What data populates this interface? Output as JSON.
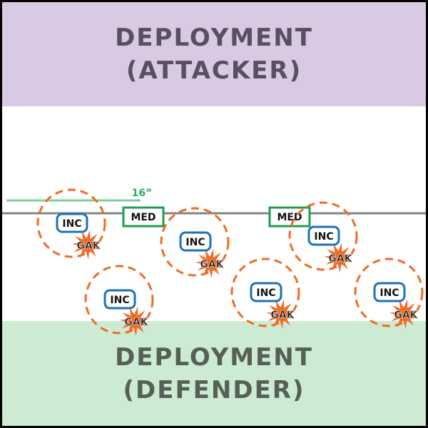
{
  "zones": {
    "attacker": {
      "line1": "DEPLOYMENT",
      "line2": "(ATTACKER)",
      "color": "#d9c9e3"
    },
    "defender": {
      "line1": "DEPLOYMENT",
      "line2": "(DEFENDER)",
      "color": "#cdebd3"
    }
  },
  "measure": {
    "label": "16”",
    "color": "#2eaa5c"
  },
  "objectives": [
    {
      "label": "MED"
    },
    {
      "label": "MED"
    }
  ],
  "units": [
    {
      "primary": "INC",
      "secondary": "GAK"
    },
    {
      "primary": "INC",
      "secondary": "GAK"
    },
    {
      "primary": "INC",
      "secondary": "GAK"
    },
    {
      "primary": "INC",
      "secondary": "GAK"
    },
    {
      "primary": "INC",
      "secondary": "GAK"
    },
    {
      "primary": "INC",
      "secondary": "GAK"
    }
  ],
  "colors": {
    "circle": "#f26a25",
    "inc_border": "#1a72b8",
    "med_border": "#1f9e4e",
    "centerline": "#858585"
  }
}
